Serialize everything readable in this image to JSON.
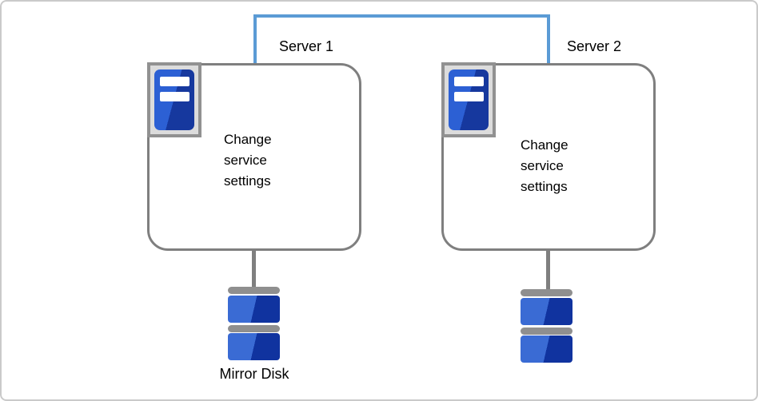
{
  "diagram": {
    "servers": [
      {
        "name": "Server 1",
        "action": "Change\nservice\nsettings"
      },
      {
        "name": "Server 2",
        "action": "Change\nservice\nsettings"
      }
    ],
    "mirror_disk_label": "Mirror Disk",
    "colors": {
      "heartbeat_link": "#5b9bd5",
      "box_border": "#7f7f7f",
      "icon_frame_bg": "#dcdcdc",
      "icon_frame_border": "#919191",
      "server_icon_blue_light": "#2c60d4",
      "server_icon_blue_dark": "#16389e",
      "disk_blue_light": "#3a6bd4",
      "disk_blue_dark": "#10339f",
      "hardware_gray": "#8f8f8f"
    }
  }
}
